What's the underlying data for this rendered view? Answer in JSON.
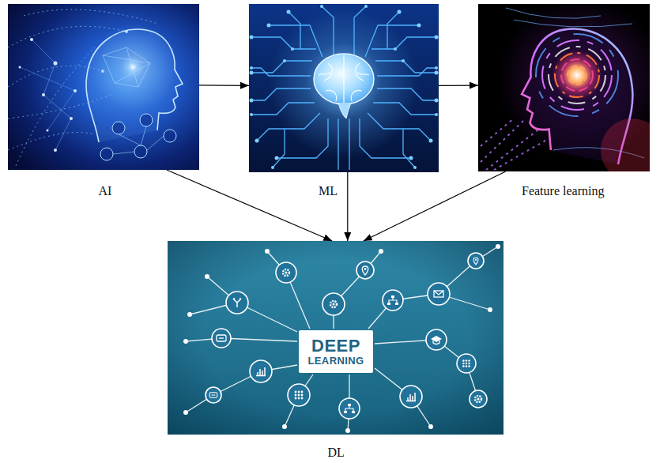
{
  "diagram": {
    "nodes": [
      {
        "text": [
          "AI"
        ]
      },
      {
        "text": [
          "ML"
        ]
      },
      {
        "text": [
          "Feature learning"
        ]
      },
      {
        "text": [
          "DEEP LEARNING",
          "DL"
        ]
      }
    ],
    "edges": [
      {
        "from": 0,
        "to": 1,
        "arrow": "to"
      },
      {
        "from": 1,
        "to": 2,
        "arrow": "to"
      },
      {
        "from": 0,
        "to": 3,
        "arrow": "to"
      },
      {
        "from": 1,
        "to": 3,
        "arrow": "to"
      },
      {
        "from": 2,
        "to": 3,
        "arrow": "to"
      }
    ]
  }
}
